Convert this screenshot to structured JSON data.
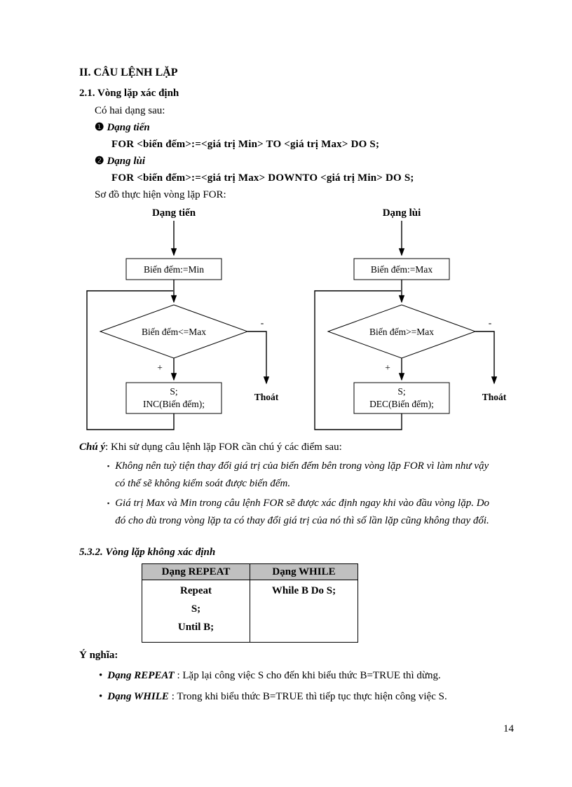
{
  "doc": {
    "section_title": "II. CÂU LỆNH LẶP",
    "subsection_title": "2.1. Vòng lặp xác định",
    "intro": "Có hai dạng sau:",
    "diagram_caption": "Sơ đồ thực hiện vòng lặp FOR:",
    "page_number": "14"
  },
  "forms": [
    {
      "marker": "❶",
      "title": "Dạng tiến",
      "syntax": "FOR <biến đếm>:=<giá trị Min> TO <giá trị Max> DO S;"
    },
    {
      "marker": "❷",
      "title": "Dạng lùi",
      "syntax": "FOR <biến đếm>:=<giá trị Max> DOWNTO <giá trị Min> DO S;"
    }
  ],
  "flowcharts": [
    {
      "title": "Dạng tiến",
      "init_box": "Biến đếm:=Min",
      "condition": "Biến đếm<=Max",
      "plus_label": "+",
      "minus_label": "-",
      "body_line1": "S;",
      "body_line2": "INC(Biến đếm);",
      "exit_label": "Thoát"
    },
    {
      "title": "Dạng lùi",
      "init_box": "Biến đếm:=Max",
      "condition": "Biến đếm>=Max",
      "plus_label": "+",
      "minus_label": "-",
      "body_line1": "S;",
      "body_line2": "DEC(Biến đếm);",
      "exit_label": "Thoát"
    }
  ],
  "note": {
    "label": "Chú ý",
    "rest": ": Khi sử dụng câu lệnh lặp FOR cần chú ý các điểm sau:",
    "bullet_char": "▪",
    "bullets": [
      "Không nên tuỳ tiện thay đổi giá trị của biến đếm bên trong vòng lặp FOR vì làm như vậy có thể sẽ không kiểm soát được biến đếm.",
      "Giá trị Max và Min trong câu lệnh FOR sẽ được xác định ngay khi vào đầu vòng lặp. Do đó cho dù trong vòng lặp ta có thay đổi giá trị của nó thì số lần lặp cũng không thay đổi."
    ]
  },
  "sec2": {
    "heading": "5.3.2. Vòng lặp không xác định",
    "table": {
      "headers": [
        "Dạng REPEAT",
        "Dạng WHILE"
      ],
      "repeat_lines": [
        "Repeat",
        "S;",
        "Until B;"
      ],
      "while_line": "While B Do S;"
    },
    "meaning_label": "Ý nghĩa:",
    "items": [
      {
        "bullet": "•",
        "term": "Dạng REPEAT",
        "rest": " : Lặp lại công việc S cho đến khi biểu thức B=TRUE thì dừng."
      },
      {
        "bullet": "•",
        "term": "Dạng WHILE",
        "rest": " : Trong khi biểu thức B=TRUE thì tiếp tục thực hiện công việc S."
      }
    ]
  },
  "colors": {
    "table_header_bg": "#c0c0c0",
    "ink": "#000000",
    "paper": "#ffffff"
  }
}
